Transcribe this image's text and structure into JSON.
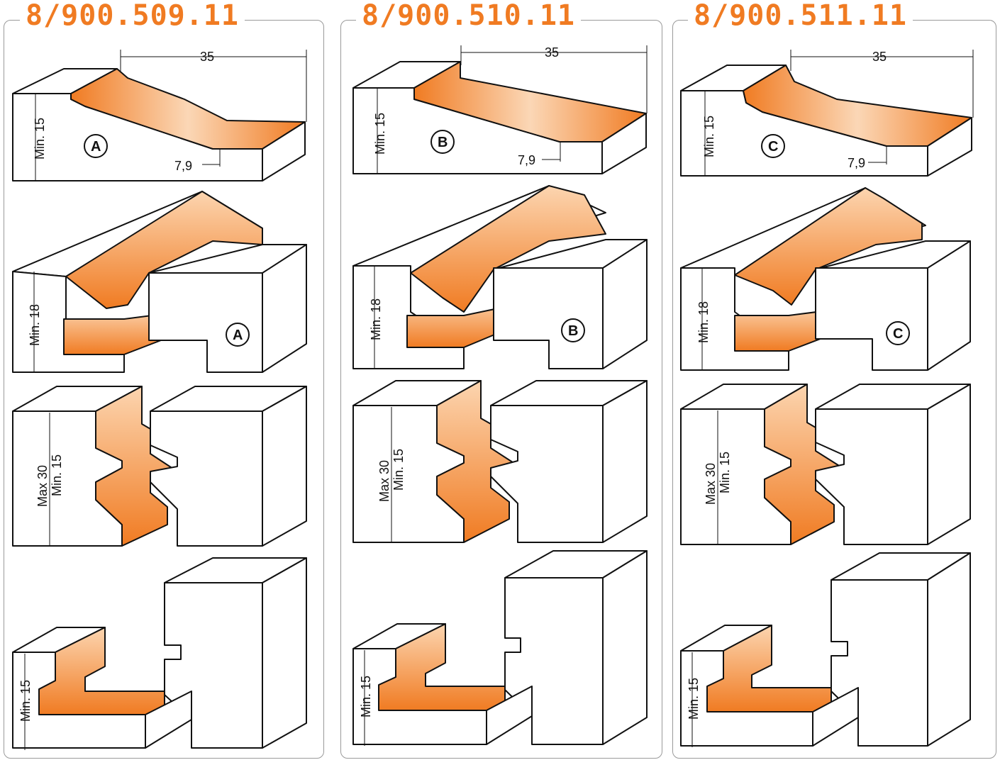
{
  "columns": [
    {
      "code": "8/900.509.11",
      "profile": "A"
    },
    {
      "code": "8/900.510.11",
      "profile": "B"
    },
    {
      "code": "8/900.511.11",
      "profile": "C"
    }
  ],
  "dims": {
    "width": "35",
    "depth": "7,9",
    "min15": "Min. 15",
    "min18": "Min. 18",
    "max30": "Max 30"
  },
  "colors": {
    "accent": "#f07b22",
    "frame": "#9a9a9a",
    "line": "#111111"
  }
}
